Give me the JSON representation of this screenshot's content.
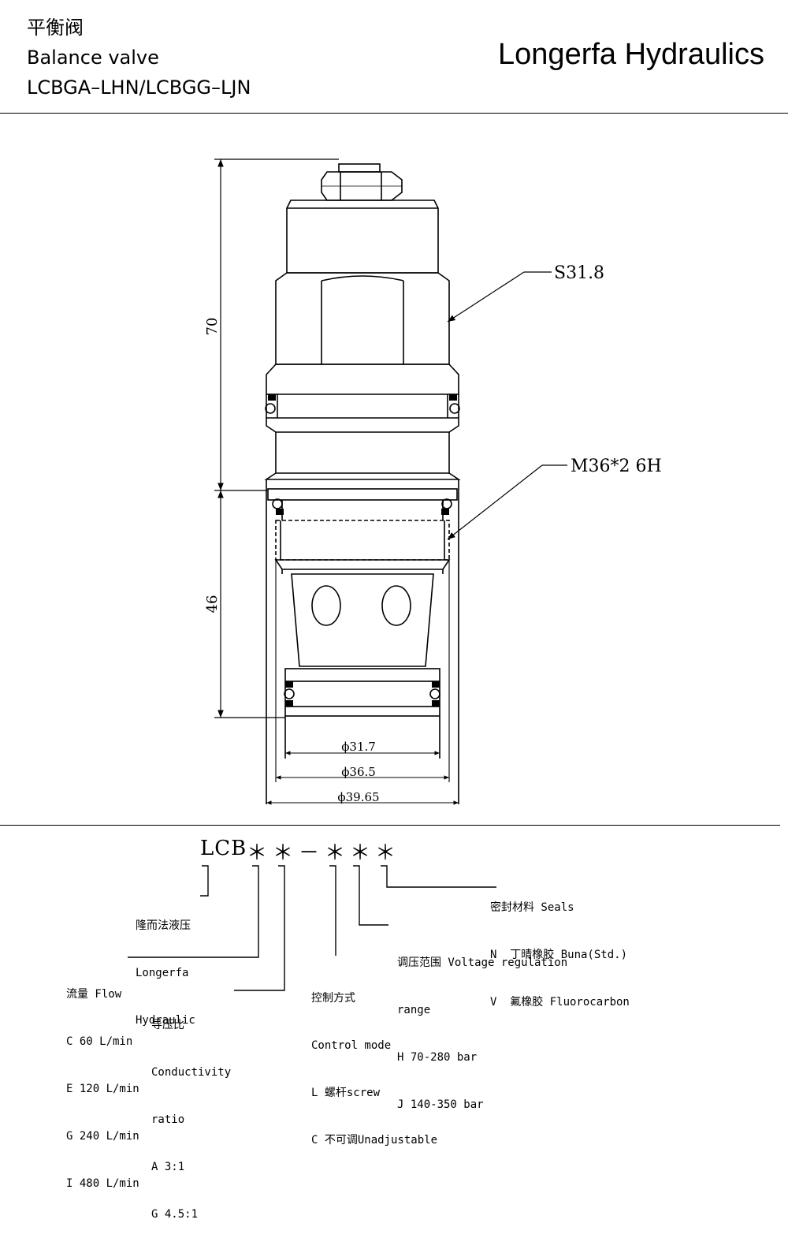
{
  "header": {
    "title_cn": "平衡阀",
    "title_en": "Balance valve",
    "models": "LCBGA–LHN/LCBGG–LJN",
    "brand": "Longerfa Hydraulics"
  },
  "drawing": {
    "dim_height_top": "70",
    "dim_height_bottom": "46",
    "hex_size_label": "S31.8",
    "thread_label": "M36*2 6H",
    "dia_1": "ϕ31.7",
    "dia_2": "ϕ36.5",
    "dia_3": "ϕ39.65"
  },
  "ordering_code": {
    "prefix": "LCB",
    "c1": "＊",
    "c2": "＊",
    "dash": "－",
    "c3": "＊",
    "c4": "＊",
    "c5": "＊"
  },
  "legend": {
    "brand": [
      "隆而法液压",
      "Longerfa",
      "Hydraulic"
    ],
    "flow": [
      "流量 Flow",
      "C 60 L/min",
      "E 120 L/min",
      "G 240 L/min",
      "I 480 L/min"
    ],
    "ratio": [
      "导压比",
      "Conductivity",
      "ratio",
      "A 3:1",
      "G 4.5:1"
    ],
    "control": [
      "控制方式",
      "Control mode",
      "L 螺杆screw",
      "C 不可调Unadjustable"
    ],
    "pressure": [
      "调压范围 Voltage regulation",
      "range",
      "H 70-280 bar",
      "J 140-350 bar"
    ],
    "seals": [
      "密封材料 Seals",
      "N  丁晴橡胶 Buna(Std.)",
      "V  氟橡胶 Fluorocarbon"
    ]
  }
}
